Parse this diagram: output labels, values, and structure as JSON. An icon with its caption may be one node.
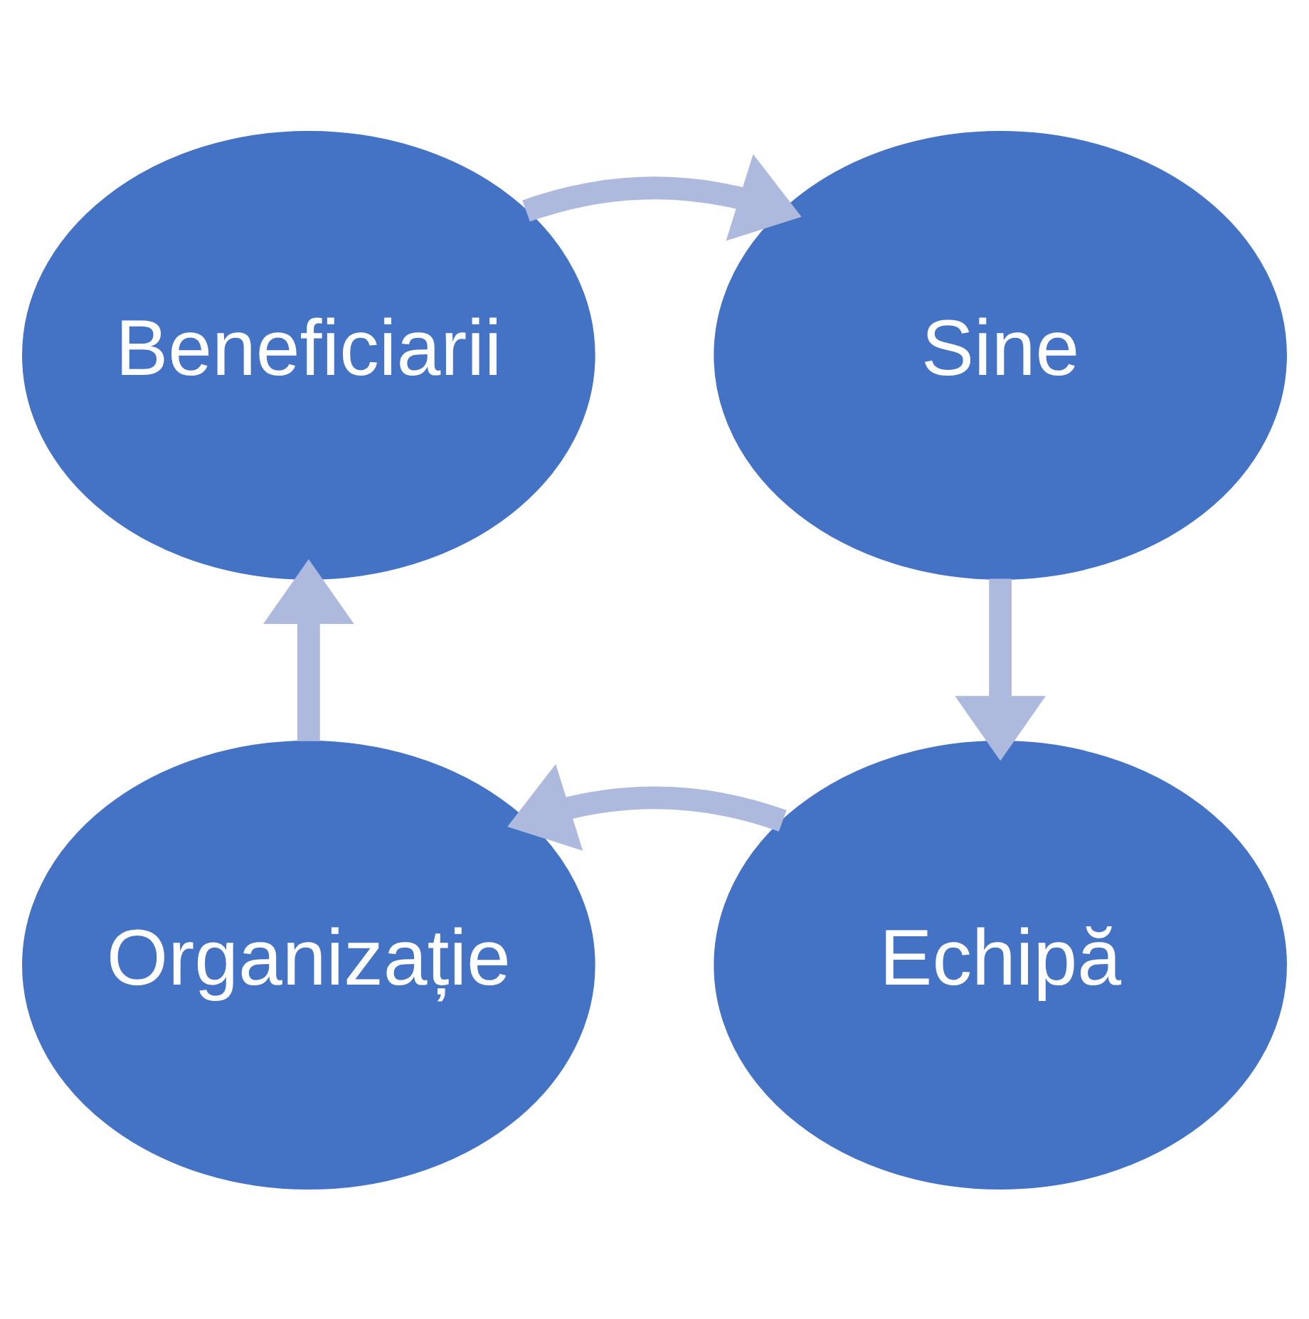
{
  "diagram": {
    "nodes": [
      {
        "text": [
          "Beneficiarii"
        ]
      },
      {
        "text": [
          "Sine"
        ]
      },
      {
        "text": [
          "Organizație"
        ]
      },
      {
        "text": [
          "Echipă"
        ]
      }
    ],
    "edges": [
      {
        "from": 0,
        "to": 1,
        "arrow": "to"
      },
      {
        "from": 1,
        "to": 3,
        "arrow": "to"
      },
      {
        "from": 3,
        "to": 2,
        "arrow": "to"
      },
      {
        "from": 2,
        "to": 0,
        "arrow": "to"
      }
    ]
  }
}
